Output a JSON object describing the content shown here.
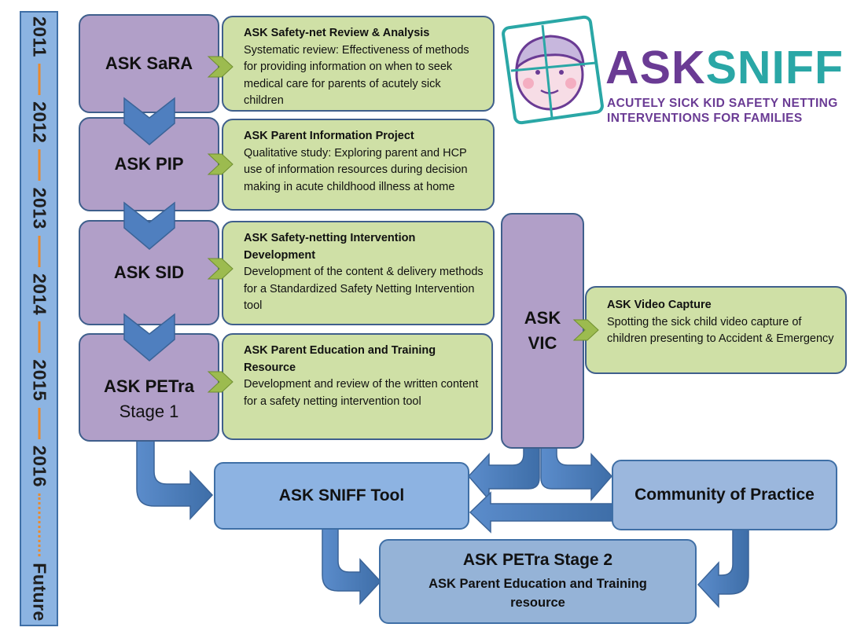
{
  "timeline": {
    "years": [
      "2011",
      "2012",
      "2013",
      "2014",
      "2015",
      "2016"
    ],
    "future": "Future"
  },
  "logo": {
    "ask": "ASK",
    "sniff": "SNIFF",
    "subtitle_line1": "ACUTELY SICK KID SAFETY NETTING",
    "subtitle_line2": "INTERVENTIONS FOR FAMILIES"
  },
  "projects": [
    {
      "label": "ASK SaRA",
      "title": "ASK Safety-net  Review & Analysis",
      "desc": "Systematic review: Effectiveness of methods for providing information on when to seek medical care for parents of acutely sick children"
    },
    {
      "label": "ASK PIP",
      "title": "ASK Parent Information Project",
      "desc": "Qualitative study: Exploring parent and HCP use of information resources during decision making in acute childhood illness at home"
    },
    {
      "label": "ASK SID",
      "title": "ASK Safety-netting Intervention Development",
      "desc": "Development of the content & delivery methods for a Standardized Safety Netting Intervention tool"
    },
    {
      "label": "ASK PETra",
      "sublabel": "Stage 1",
      "title": "ASK Parent Education and Training Resource",
      "desc": "Development and review of the written content for a safety netting intervention tool"
    }
  ],
  "vic": {
    "label_line1": "ASK",
    "label_line2": "VIC",
    "title": "ASK Video Capture",
    "desc": "Spotting the sick child video capture of children presenting to  Accident & Emergency"
  },
  "outputs": {
    "tool": "ASK SNIFF Tool",
    "community": "Community of Practice",
    "petra2_title": "ASK PETra Stage 2",
    "petra2_line1": "ASK Parent Education and Training",
    "petra2_line2": "resource"
  },
  "colors": {
    "purple_box": "#b19fc8",
    "green_box": "#cfe0a6",
    "green_arrow": "#9cbb4f",
    "blue_arrow": "#4a7ebb",
    "timeline": "#8cb4e2",
    "tool_box": "#8db3e2",
    "community_box": "#9bb7dd",
    "petra2_box": "#95b3d7",
    "logo_ask": "#6a3b94",
    "logo_sniff": "#2aa7a6"
  }
}
